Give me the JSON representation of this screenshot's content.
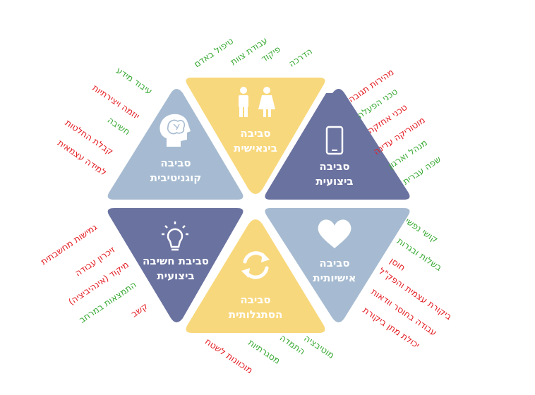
{
  "segments": {
    "interpersonal": {
      "title_line1": "סביבה",
      "title_line2": "בינאישית",
      "icon": "people-icon",
      "color": "#f8d87c",
      "labels": [
        {
          "text": "טיפול באדם",
          "color": "#3aaa35"
        },
        {
          "text": "עבודת צוות",
          "color": "#3aaa35"
        },
        {
          "text": "פיקוד",
          "color": "#3aaa35"
        },
        {
          "text": "הדרכה",
          "color": "#3aaa35"
        }
      ]
    },
    "performance": {
      "title_line1": "סביבה",
      "title_line2": "ביצועית",
      "icon": "smartphone-icon",
      "color": "#6a72a0",
      "labels": [
        {
          "text": "מהירות תגובה",
          "color": "#e31e24"
        },
        {
          "text": "טכני הפעלה",
          "color": "#3aaa35"
        },
        {
          "text": "טכני אחזקה",
          "color": "#e31e24"
        },
        {
          "text": "מוטוריקה עדינה",
          "color": "#e31e24"
        },
        {
          "text": "מנהל וארגון",
          "color": "#3aaa35"
        },
        {
          "text": "שפה עברית",
          "color": "#3aaa35"
        }
      ]
    },
    "personal": {
      "title_line1": "סביבה",
      "title_line2": "אישיותית",
      "icon": "heart-icon",
      "color": "#a6bbd1",
      "labels": [
        {
          "text": "קושי נפשי",
          "color": "#3aaa35"
        },
        {
          "text": "בשלות ובגרות",
          "color": "#3aaa35"
        },
        {
          "text": "חוסן",
          "color": "#e31e24"
        },
        {
          "text": "ביקורת עצמית והפק\"ל",
          "color": "#e31e24"
        },
        {
          "text": "עבודה בחוסר וודאות",
          "color": "#e31e24"
        },
        {
          "text": "יכולת מתן ביקורת",
          "color": "#e31e24"
        }
      ]
    },
    "adaptation": {
      "title_line1": "סביבה",
      "title_line2": "הסתגלותית",
      "icon": "refresh-icon",
      "color": "#f8d87c",
      "labels": [
        {
          "text": "מוטיבציה",
          "color": "#3aaa35"
        },
        {
          "text": "התמדה",
          "color": "#3aaa35"
        },
        {
          "text": "מסגרתיות",
          "color": "#3aaa35"
        },
        {
          "text": "מוכוונות לשטח",
          "color": "#e31e24"
        }
      ]
    },
    "performance_thinking": {
      "title_line1": "סביבת חשיבה",
      "title_line2": "ביצועית",
      "icon": "lightbulb-icon",
      "color": "#6a72a0",
      "labels": [
        {
          "text": "גמישות מחשבתית",
          "color": "#e31e24"
        },
        {
          "text": "זיכרון עבודה",
          "color": "#e31e24"
        },
        {
          "text": "מיקוד (אינהיביציה)",
          "color": "#e31e24"
        },
        {
          "text": "התמצאות במרחב",
          "color": "#3aaa35"
        },
        {
          "text": "קשב",
          "color": "#e31e24"
        }
      ]
    },
    "cognitive": {
      "title_line1": "סביבה",
      "title_line2": "קוגניטיבית",
      "icon": "brain-head-icon",
      "color": "#a6bbd1",
      "labels": [
        {
          "text": "עיבוד מידע",
          "color": "#3aaa35"
        },
        {
          "text": "יוזמה ויצירתיות",
          "color": "#e31e24"
        },
        {
          "text": "חשיבה",
          "color": "#3aaa35"
        },
        {
          "text": "קבלת החלטות",
          "color": "#e31e24"
        },
        {
          "text": "למידה עצמאית",
          "color": "#e31e24"
        }
      ]
    }
  }
}
